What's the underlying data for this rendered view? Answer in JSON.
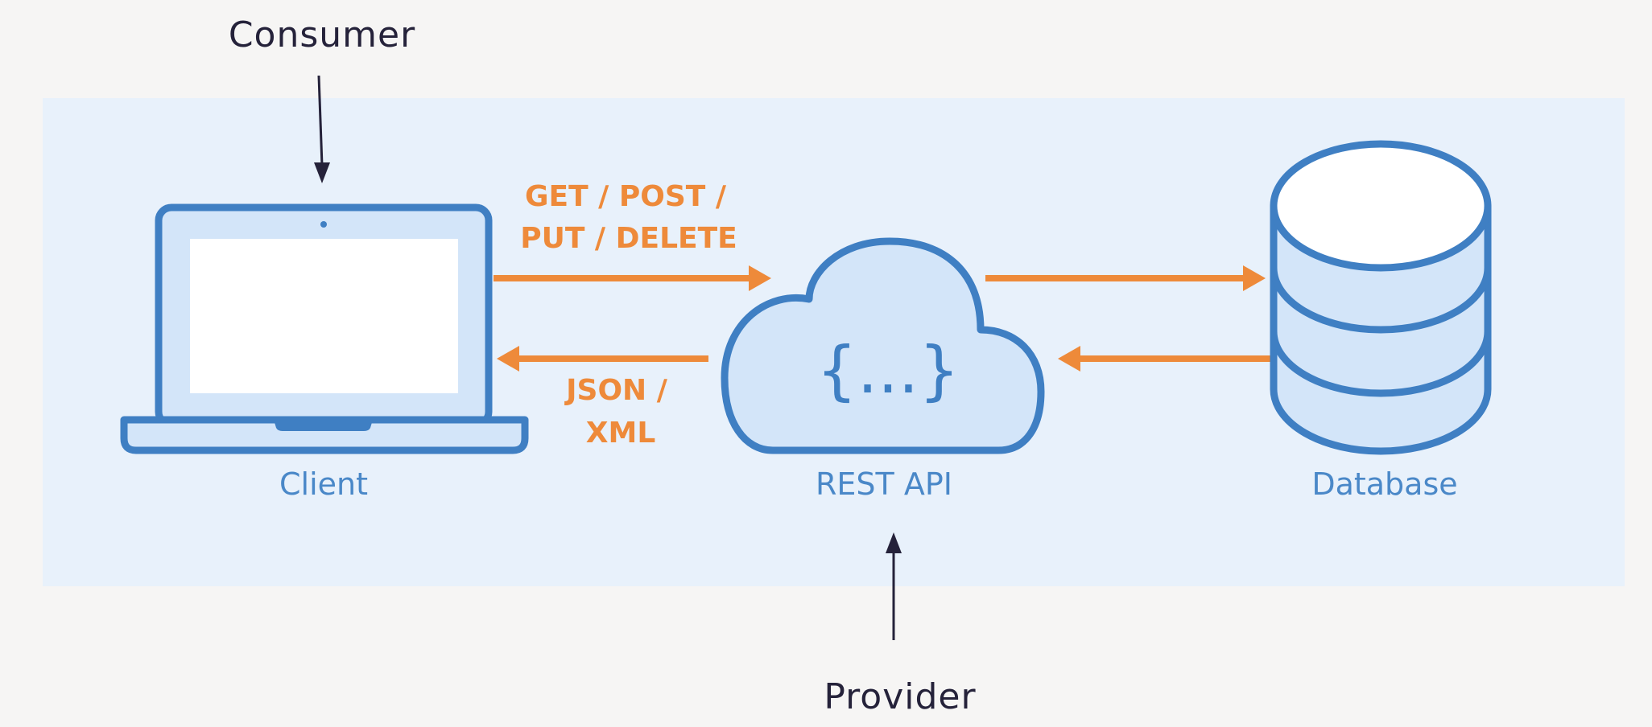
{
  "annotations": {
    "consumer": "Consumer",
    "provider": "Provider"
  },
  "nodes": {
    "client": "Client",
    "api": "REST API",
    "api_symbol": "{...}",
    "database": "Database"
  },
  "requests": {
    "line1": "GET / POST /",
    "line2": "PUT / DELETE"
  },
  "responses": {
    "line1": "JSON /",
    "line2": "XML"
  },
  "colors": {
    "page_background": "#f6f5f4",
    "panel_background": "#e8f1fb",
    "icon_fill": "#d3e5f9",
    "icon_stroke": "#3f7fc3",
    "label_blue": "#4a88c8",
    "arrow_orange": "#ee8a3a",
    "annotation_dark": "#25223a"
  }
}
